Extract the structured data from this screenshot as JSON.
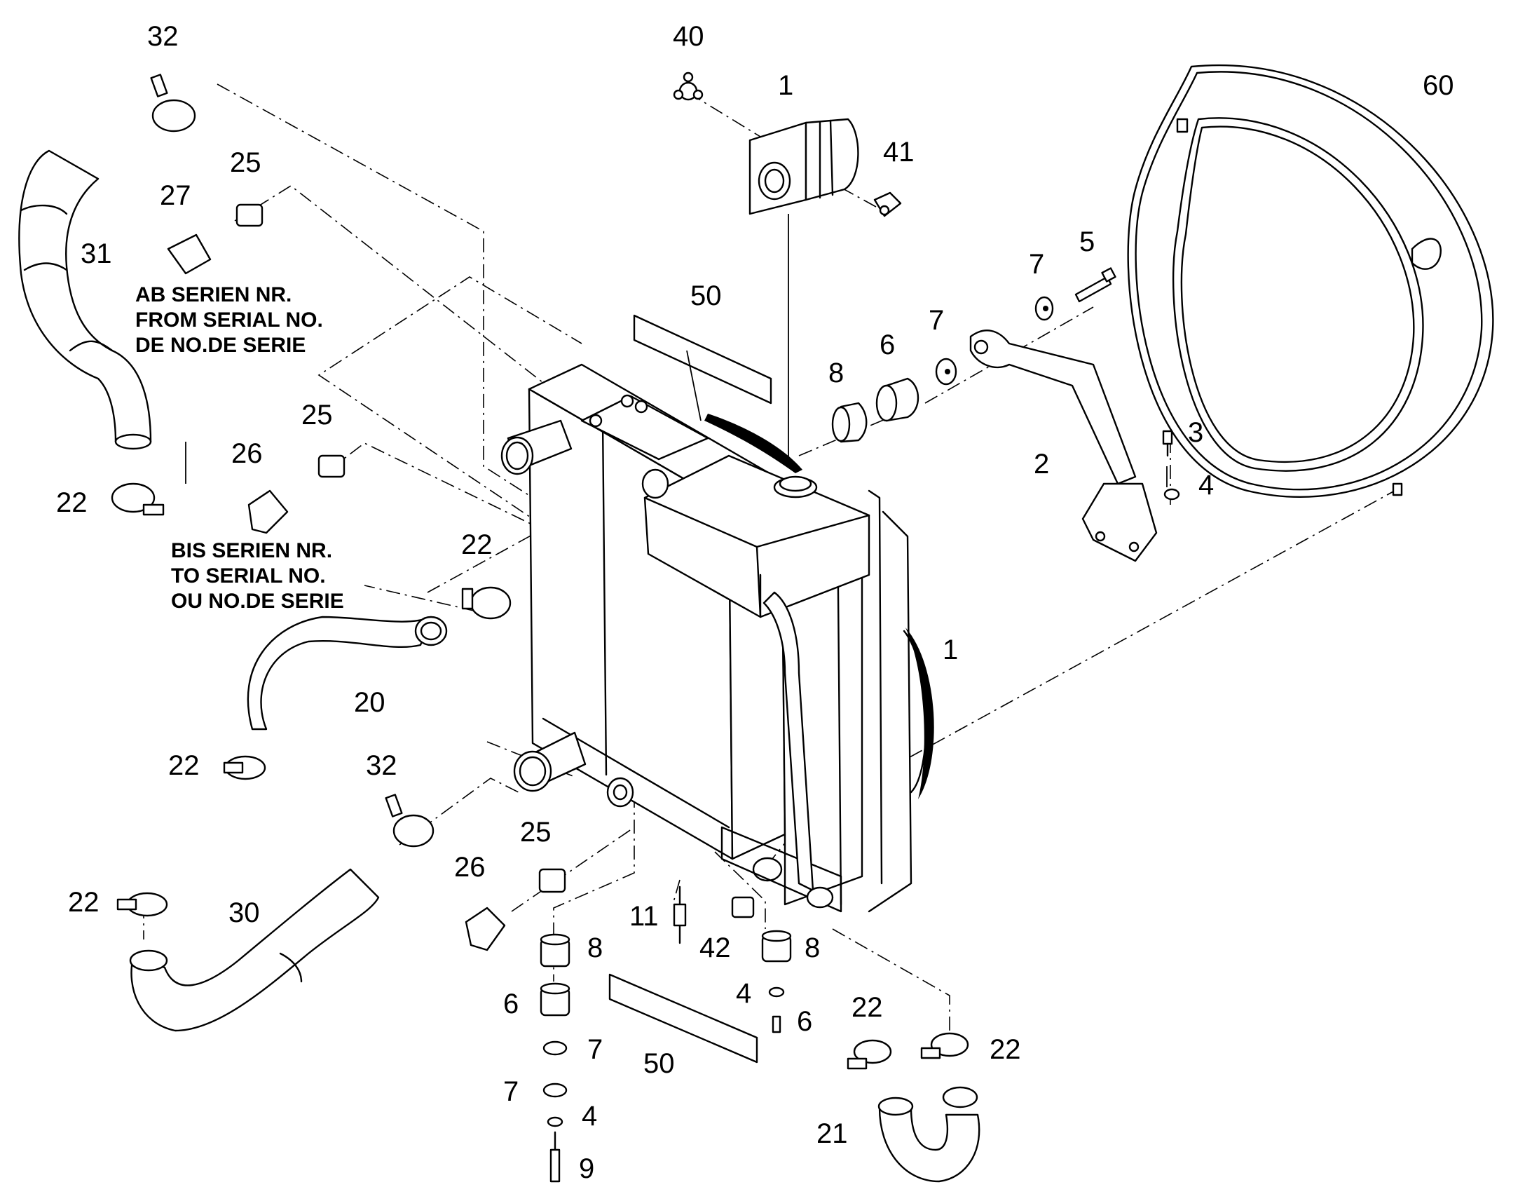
{
  "callouts": {
    "c32a": "32",
    "c40": "40",
    "c1a": "1",
    "c41": "41",
    "c60": "60",
    "c25a": "25",
    "c27": "27",
    "c31": "31",
    "c50a": "50",
    "c5": "5",
    "c7a": "7",
    "c7b": "7",
    "c6a": "6",
    "c8a": "8",
    "c25b": "25",
    "c26a": "26",
    "c3": "3",
    "c22a": "22",
    "c2": "2",
    "c4a": "4",
    "c22b": "22",
    "c1b": "1",
    "c20": "20",
    "c22c": "22",
    "c32b": "32",
    "c25c": "25",
    "c26b": "26",
    "c22d": "22",
    "c30": "30",
    "c11": "11",
    "c42": "42",
    "c8b": "8",
    "c8c": "8",
    "c4b": "4",
    "c6b": "6",
    "c6c": "6",
    "c7c": "7",
    "c7d": "7",
    "c22e": "22",
    "c22f": "22",
    "c50b": "50",
    "c4c": "4",
    "c21": "21",
    "c9": "9"
  },
  "notes": {
    "from_serial": [
      "AB SERIEN NR.",
      "FROM SERIAL NO.",
      "DE NO.DE SERIE"
    ],
    "to_serial": [
      "BIS SERIEN NR.",
      "TO SERIAL NO.",
      "OU NO.DE SERIE"
    ]
  }
}
